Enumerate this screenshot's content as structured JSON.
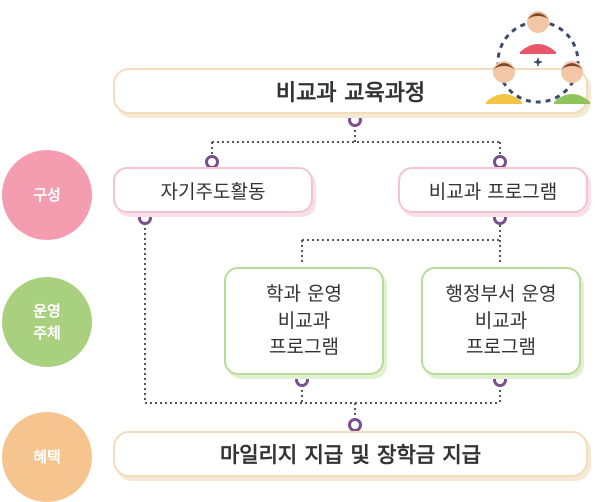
{
  "diagram": {
    "title": "비교과 교육과정",
    "rows": {
      "composition": "구성",
      "operator_line1": "운영",
      "operator_line2": "주체",
      "benefit": "혜택"
    },
    "composition_nodes": {
      "self_directed": "자기주도활동",
      "extracurricular_program": "비교과 프로그램"
    },
    "operator_nodes": {
      "department": [
        "학과 운영",
        "비교과",
        "프로그램"
      ],
      "admin": [
        "행정부서 운영",
        "비교과",
        "프로그램"
      ]
    },
    "benefit_box": "마일리지 지급 및 장학금 지급"
  },
  "colors": {
    "pink_circle": "#f49db1",
    "green_circle": "#a9d07f",
    "orange_circle": "#f6c48f",
    "connector": "#7b4f8f",
    "top_border": "#f2dcbb",
    "pink_border": "#f3c3d0",
    "green_border": "#b9db97"
  },
  "icons": [
    "people-group-icon"
  ]
}
